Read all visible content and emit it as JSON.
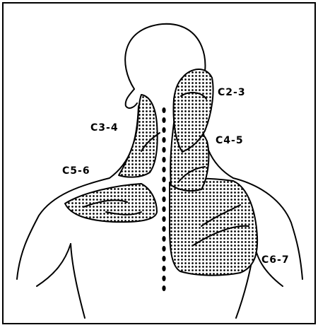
{
  "figure": {
    "labels": {
      "c2_3": "C2-3",
      "c3_4": "C3-4",
      "c4_5": "C4-5",
      "c5_6": "C5-6",
      "c6_7": "C6-7"
    }
  },
  "colors": {
    "ink": "#000000",
    "background": "#ffffff"
  }
}
